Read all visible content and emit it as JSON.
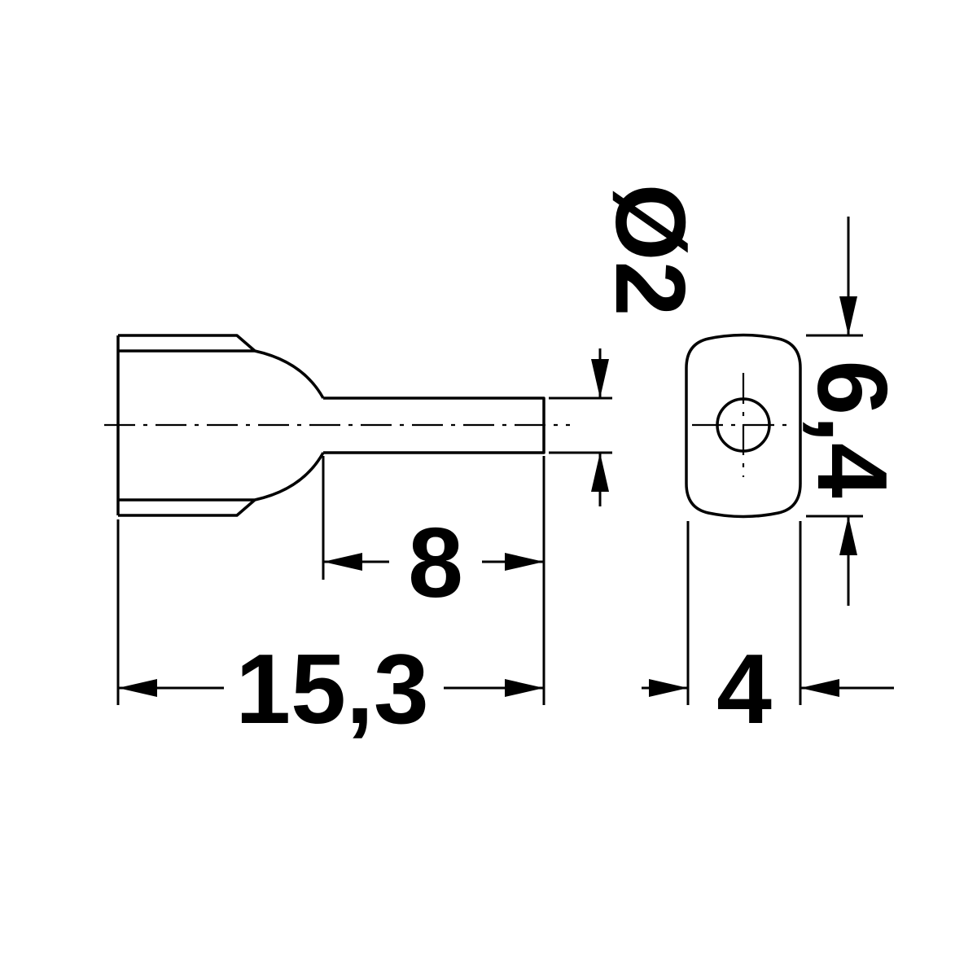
{
  "style": {
    "line_color": "#000000",
    "text_color": "#000000",
    "background": "#ffffff"
  },
  "drawing": {
    "kind": "technical-drawing",
    "views": {
      "side_view": {
        "name": "ferrule side view with sleeve, funnel and pin"
      },
      "end_view": {
        "name": "ferrule end view with center hole"
      }
    },
    "dimensions": {
      "pin_diameter": {
        "label": "Ø2",
        "value": 2
      },
      "pin_length": {
        "label": "8",
        "value": 8
      },
      "overall_length": {
        "label": "15,3",
        "value": 15.3
      },
      "body_height": {
        "label": "6,4",
        "value": 6.4
      },
      "body_width": {
        "label": "4",
        "value": 4
      }
    }
  }
}
